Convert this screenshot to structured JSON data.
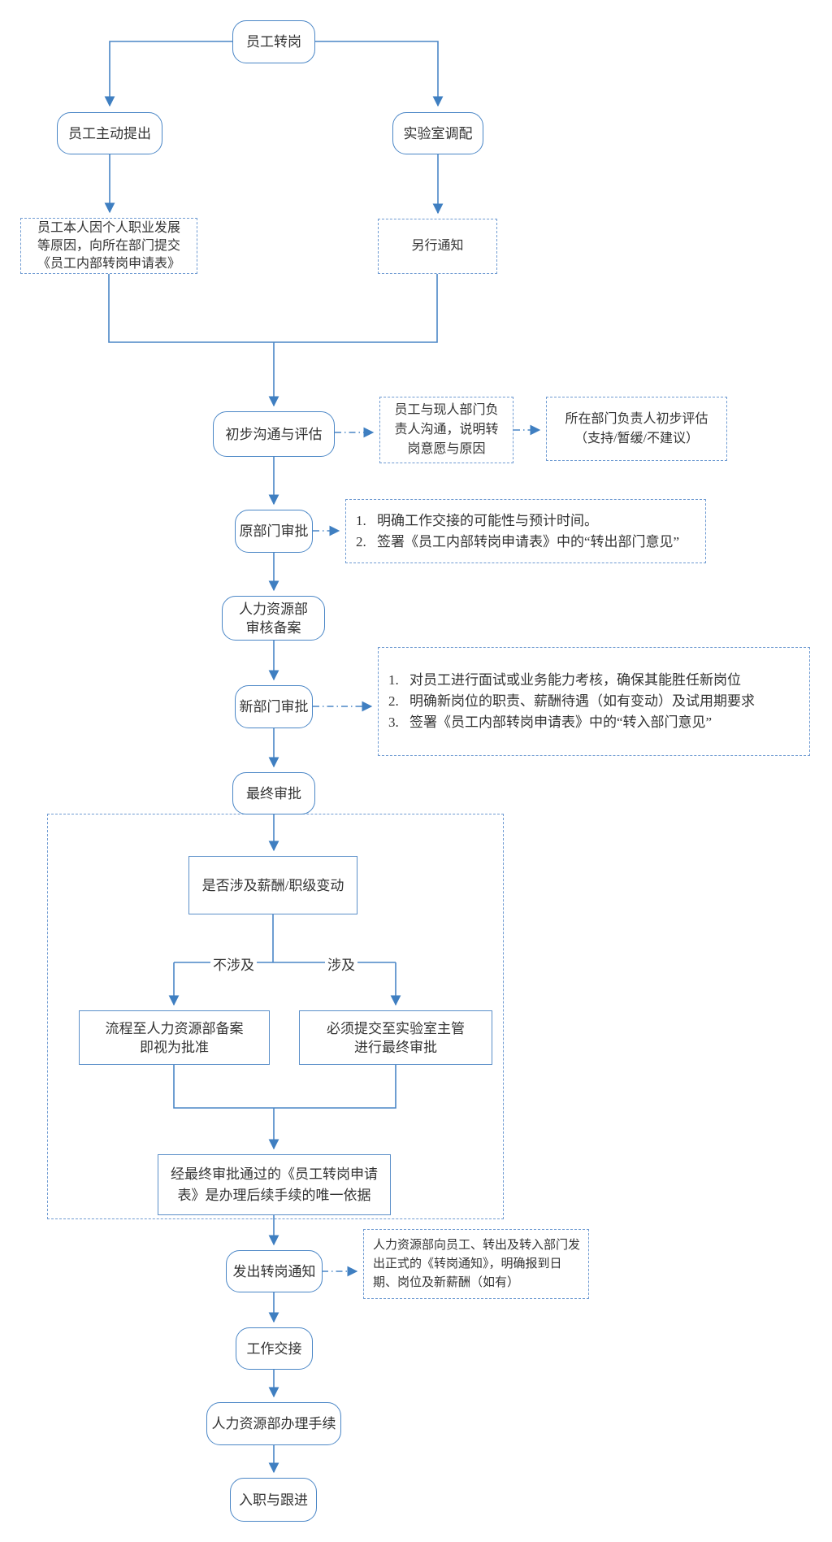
{
  "colors": {
    "accent": "#4a86c6",
    "dashed_border": "#6f9bd2",
    "text": "#333333"
  },
  "nodes": {
    "start": {
      "label": "员工转岗"
    },
    "employee_initiated": {
      "label": "员工主动提出"
    },
    "lab_allocation": {
      "label": "实验室调配"
    },
    "employee_note": {
      "lines": [
        "员工本人因个人职业发展",
        "等原因，向所在部门提交",
        "《员工内部转岗申请表》"
      ]
    },
    "separate_notice": {
      "label": "另行通知"
    },
    "comm_eval": {
      "label": "初步沟通与评估"
    },
    "comm_note": {
      "lines": [
        "员工与现人部门负",
        "责人沟通，说明转",
        "岗意愿与原因"
      ]
    },
    "assess_note": {
      "lines": [
        "所在部门负责人初步评估",
        "（支持/暂缓/不建议）"
      ]
    },
    "orig_dept": {
      "label": "原部门审批"
    },
    "orig_note": {
      "items": [
        {
          "num": "1.",
          "text": "明确工作交接的可能性与预计时间。"
        },
        {
          "num": "2.",
          "text": "签署《员工内部转岗申请表》中的“转出部门意见”"
        }
      ]
    },
    "hr_review": {
      "lines": [
        "人力资源部",
        "审核备案"
      ]
    },
    "new_dept": {
      "label": "新部门审批"
    },
    "new_note": {
      "items": [
        {
          "num": "1.",
          "text": "对员工进行面试或业务能力考核，确保其能胜任新岗位"
        },
        {
          "num": "2.",
          "text": "明确新岗位的职责、薪酬待遇（如有变动）及试用期要求"
        },
        {
          "num": "3.",
          "text": "签署《员工内部转岗申请表》中的“转入部门意见”"
        }
      ]
    },
    "final_approval": {
      "label": "最终审批"
    },
    "decision": {
      "label": "是否涉及薪酬/职级变动"
    },
    "branch_no": {
      "label": "不涉及"
    },
    "branch_yes": {
      "label": "涉及"
    },
    "no_box": {
      "lines": [
        "流程至人力资源部备案",
        "即视为批准"
      ]
    },
    "yes_box": {
      "lines": [
        "必须提交至实验室主管",
        "进行最终审批"
      ]
    },
    "merged": {
      "lines": [
        "经最终审批通过的《员工转岗申请",
        "表》是办理后续手续的唯一依据"
      ]
    },
    "notify": {
      "label": "发出转岗通知"
    },
    "notify_note": {
      "lines": [
        "人力资源部向员工、转出及转入部门发",
        "出正式的《转岗通知》，明确报到日",
        "期、岗位及新薪酬（如有）"
      ]
    },
    "handover": {
      "label": "工作交接"
    },
    "hr_process": {
      "label": "人力资源部办理手续"
    },
    "onboard": {
      "label": "入职与跟进"
    }
  }
}
